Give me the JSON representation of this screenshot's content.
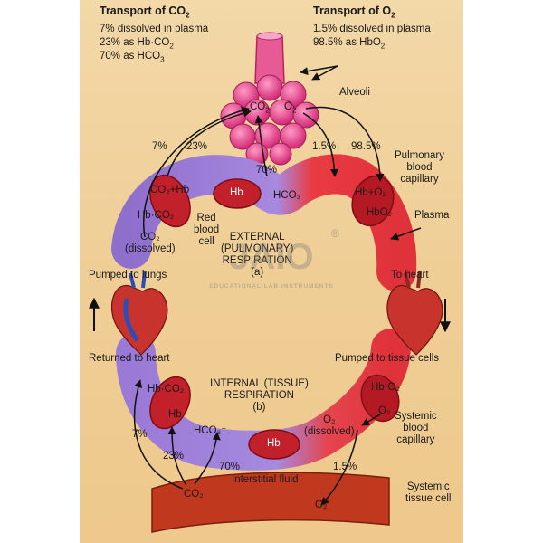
{
  "colors": {
    "panel_bg": "#f0cf98",
    "deoxy_vessel": "#9d7fd4",
    "oxy_vessel": "#ea3b43",
    "rbc": "#c2202a",
    "alveoli": "#e74a8c",
    "tissue": "#c0391f"
  },
  "headers": {
    "co2_title": "Transport of CO",
    "co2_title_sub": "2",
    "co2_line1": "7% dissolved in plasma",
    "co2_line2_pre": "23% as Hb·CO",
    "co2_line2_sub": "2",
    "co2_line3_pre": "70% as HCO",
    "co2_line3_sub": "3",
    "co2_line3_sup": "−",
    "o2_title": "Transport of O",
    "o2_title_sub": "2",
    "o2_line1": "1.5% dissolved in plasma",
    "o2_line2_pre": "98.5% as HbO",
    "o2_line2_sub": "2"
  },
  "labels": {
    "alveoli": "Alveoli",
    "alveoli_co2": "CO",
    "alveoli_co2_sub": "2",
    "alveoli_o2": "O",
    "alveoli_o2_sub": "2",
    "pulmonary_capillary": "Pulmonary\nblood\ncapillary",
    "plasma": "Plasma",
    "red_blood_cell": "Red\nblood\ncell",
    "external_respiration": "EXTERNAL\n(PULMONARY)\nRESPIRATION\n(a)",
    "pumped_to_lungs": "Pumped to lungs",
    "to_heart": "To heart",
    "returned_to_heart": "Returned to heart",
    "pumped_to_tissue": "Pumped to tissue cells",
    "internal_respiration": "INTERNAL (TISSUE)\nRESPIRATION\n(b)",
    "systemic_capillary": "Systemic\nblood\ncapillary",
    "interstitial_fluid": "Interstitial fluid",
    "systemic_tissue_cell": "Systemic\ntissue cell",
    "top_pct_7": "7%",
    "top_pct_23": "23%",
    "top_pct_70": "70%",
    "top_pct_1_5": "1.5%",
    "top_pct_98_5": "98.5%",
    "top_co2hb": "CO₂+Hb",
    "top_hbco2": "Hb·CO₂",
    "top_co2_dissolved": "CO₂\n(dissolved)",
    "top_hb": "Hb",
    "top_hco3": "HCO₃",
    "top_hbo2_a": "Hb+O₂",
    "top_hbo2_b": "HbO₂",
    "bot_pct_7": "7%",
    "bot_pct_23": "23%",
    "bot_pct_70": "70%",
    "bot_pct_1_5": "1.5%",
    "bot_hbco2": "Hb·CO₂",
    "bot_hb": "Hb",
    "bot_hco3": "HCO₃⁻",
    "bot_hb_center": "Hb",
    "bot_hbo2": "Hb·O₂",
    "bot_o2": "O₂",
    "bot_o2_dissolved": "O₂\n(dissolved)",
    "bot_co2": "CO₂",
    "bot_o2_tissue": "O₂",
    "watermark_brand": "JAIO",
    "watermark_sub": "EDUCATIONAL LAB INSTRUMENTS",
    "registered": "®"
  }
}
